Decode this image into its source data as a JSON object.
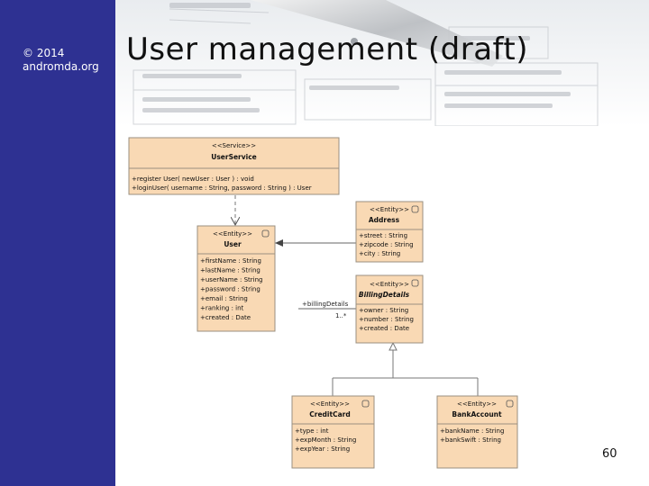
{
  "sidebar": {
    "copyright_line1": "© 2014",
    "copyright_line2": "andromda.org"
  },
  "slide": {
    "title": "User management (draft)",
    "page_number": "60"
  },
  "colors": {
    "sidebar": "#2e3192",
    "class_fill": "#f9d9b4",
    "class_stroke": "#9a8f80"
  },
  "diagram": {
    "classes": {
      "user_service": {
        "stereotype": "<<Service>>",
        "name": "UserService",
        "members": [
          "+register User( newUser : User ) : void",
          "+loginUser( username : String, password : String ) : User"
        ]
      },
      "user": {
        "stereotype": "<<Entity>>",
        "name": "User",
        "members": [
          "+firstName : String",
          "+lastName : String",
          "+userName : String",
          "+password : String",
          "+email : String",
          "+ranking : int",
          "+created : Date"
        ]
      },
      "address": {
        "stereotype": "<<Entity>>",
        "name": "Address",
        "members": [
          "+street : String",
          "+zipcode : String",
          "+city : String"
        ]
      },
      "billing_details": {
        "stereotype": "<<Entity>>",
        "name": "BillingDetails",
        "members": [
          "+owner : String",
          "+number : String",
          "+created : Date"
        ]
      },
      "credit_card": {
        "stereotype": "<<Entity>>",
        "name": "CreditCard",
        "members": [
          "+type : int",
          "+expMonth : String",
          "+expYear : String"
        ]
      },
      "bank_account": {
        "stereotype": "<<Entity>>",
        "name": "BankAccount",
        "members": [
          "+bankName : String",
          "+bankSwift : String"
        ]
      }
    },
    "association": {
      "role": "+billingDetails",
      "multiplicity": "1..*"
    }
  }
}
